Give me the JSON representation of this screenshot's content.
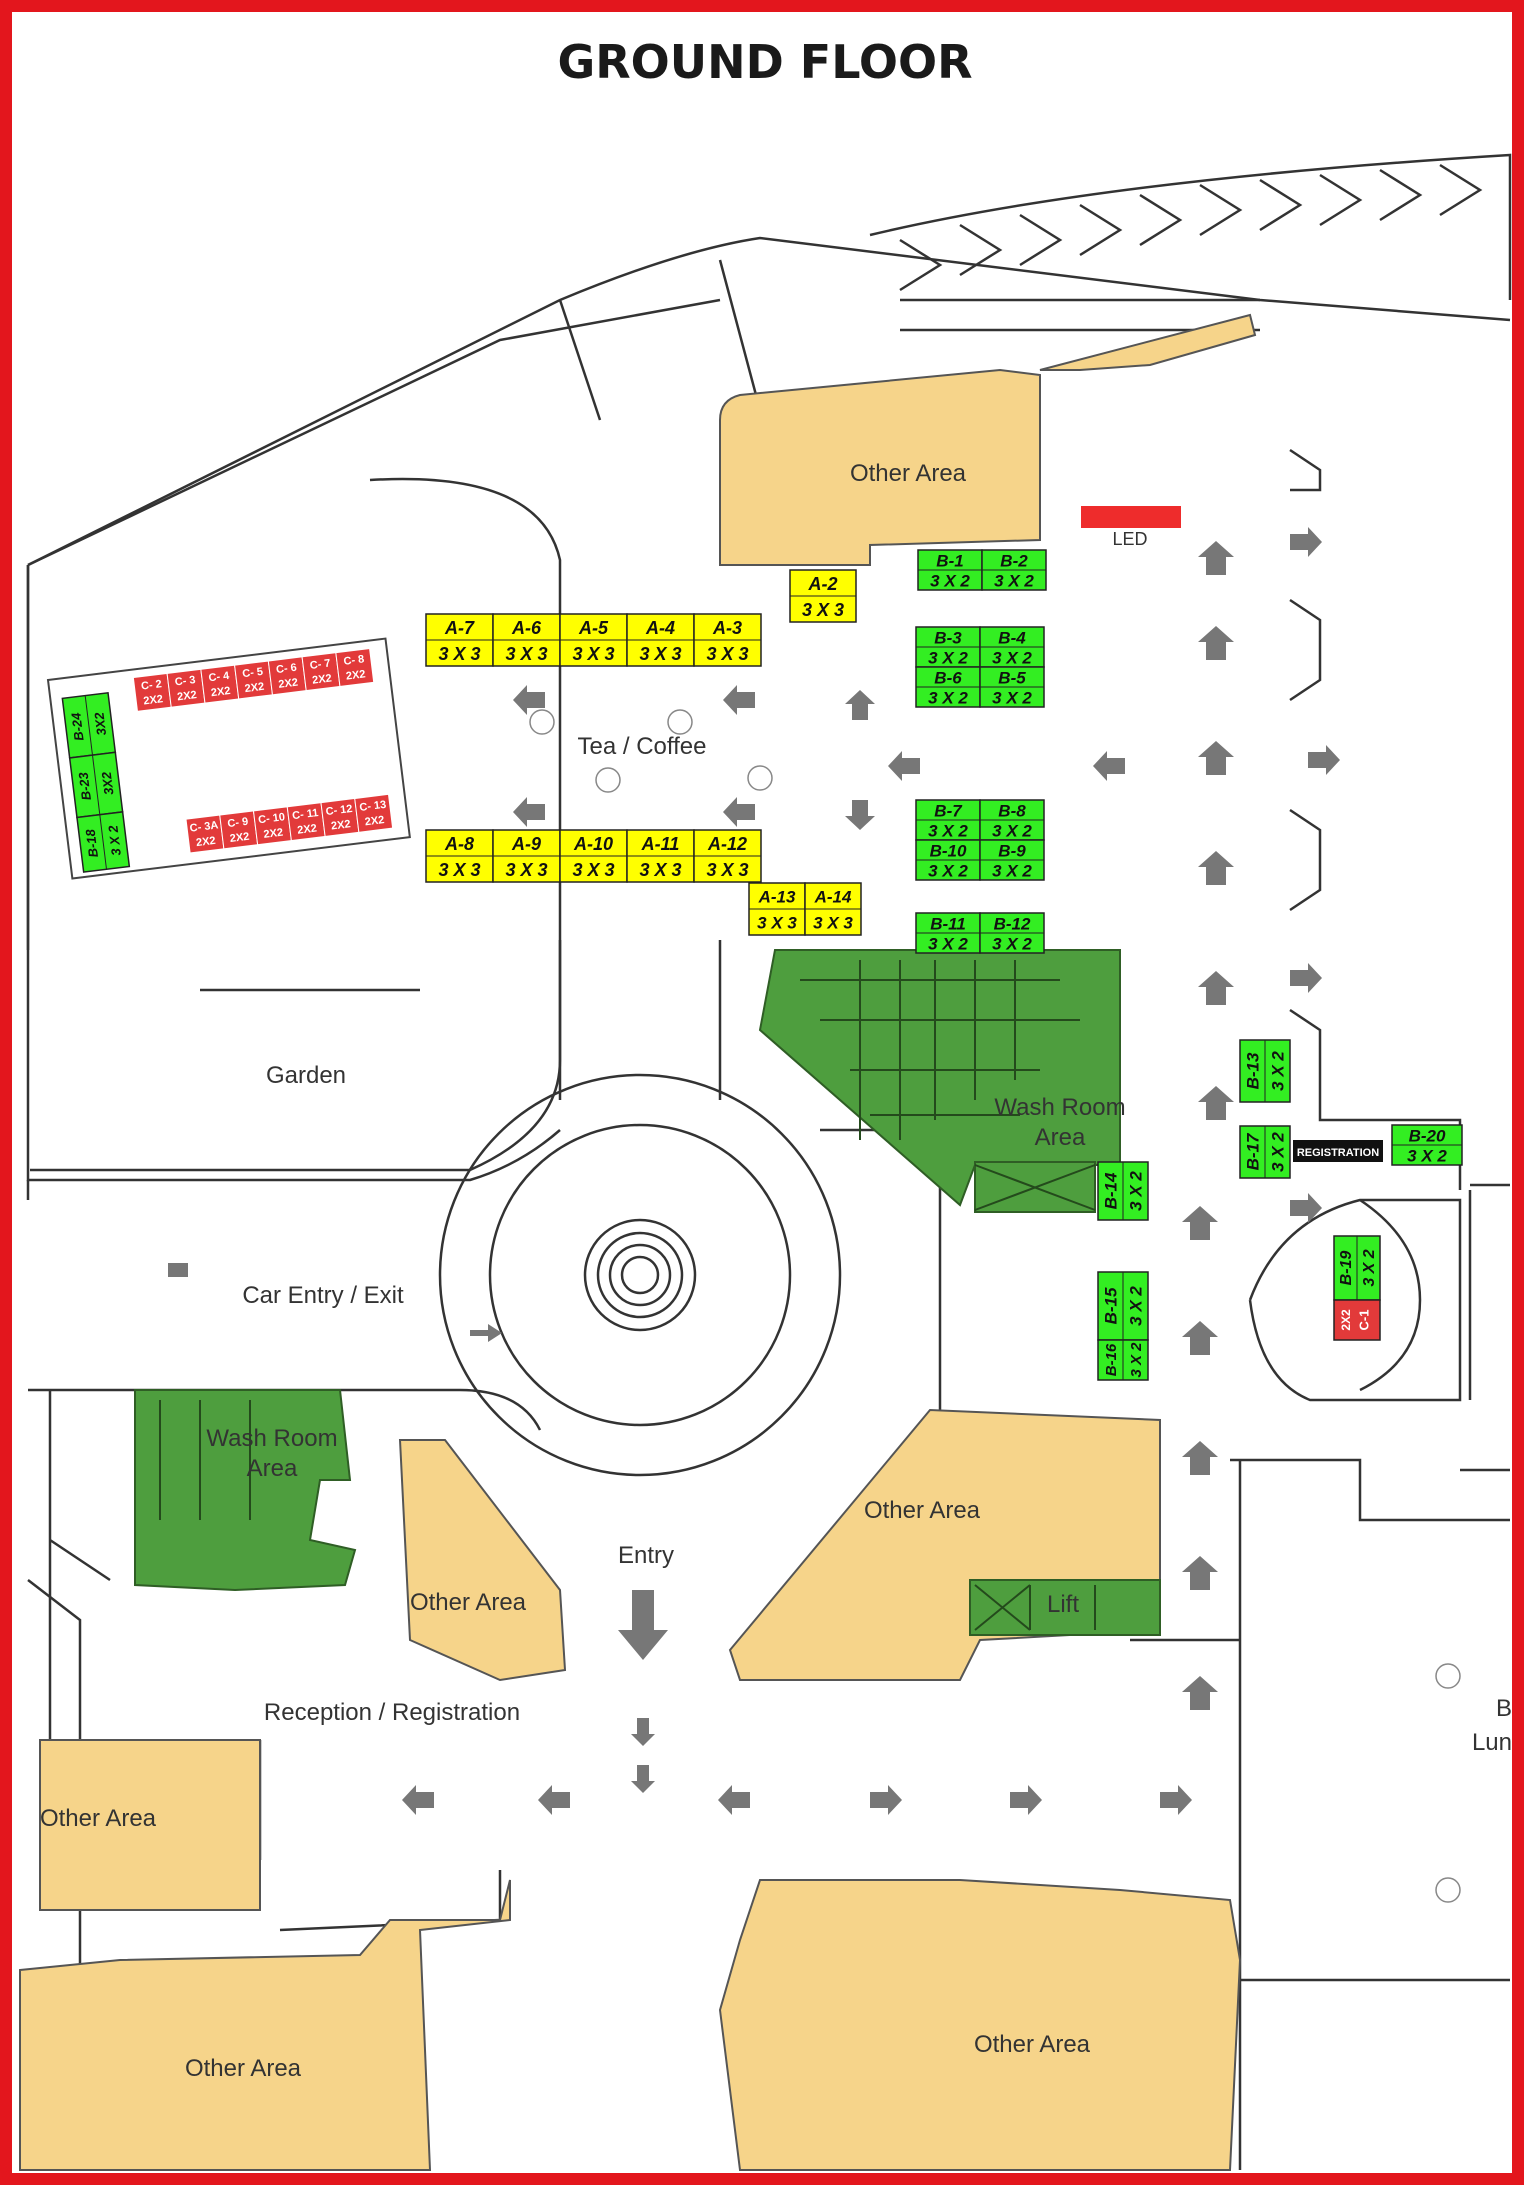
{
  "title": "GROUND FLOOR",
  "colors": {
    "frame": "#e3161d",
    "other_area": "#f6d48a",
    "wash_room": "#4e9e3e",
    "booth_a": "#ffff00",
    "booth_b": "#33ee22",
    "booth_c": "#e23a3a",
    "led": "#ee2c2c",
    "arrow": "#777777"
  },
  "areas": {
    "other_area": "Other Area",
    "wash_room": "Wash Room",
    "wash_room_2": "Area",
    "garden": "Garden",
    "tea": "Tea / Coffee",
    "car": "Car Entry / Exit",
    "entry": "Entry",
    "reception": "Reception / Registration",
    "lift": "Lift",
    "led": "LED",
    "registration": "REGISTRATION",
    "lunch_1": "B",
    "lunch_2": "Lun"
  },
  "booths_a": [
    {
      "id": "A-2",
      "size": "3 X 3"
    },
    {
      "id": "A-7",
      "size": "3 X 3"
    },
    {
      "id": "A-6",
      "size": "3 X 3"
    },
    {
      "id": "A-5",
      "size": "3 X 3"
    },
    {
      "id": "A-4",
      "size": "3 X 3"
    },
    {
      "id": "A-3",
      "size": "3 X 3"
    },
    {
      "id": "A-8",
      "size": "3 X 3"
    },
    {
      "id": "A-9",
      "size": "3 X 3"
    },
    {
      "id": "A-10",
      "size": "3 X 3"
    },
    {
      "id": "A-11",
      "size": "3 X 3"
    },
    {
      "id": "A-12",
      "size": "3 X 3"
    },
    {
      "id": "A-13",
      "size": "3 X 3"
    },
    {
      "id": "A-14",
      "size": "3 X 3"
    }
  ],
  "booths_b": [
    {
      "id": "B-1",
      "size": "3 X 2"
    },
    {
      "id": "B-2",
      "size": "3 X 2"
    },
    {
      "id": "B-3",
      "size": "3 X 2"
    },
    {
      "id": "B-4",
      "size": "3 X 2"
    },
    {
      "id": "B-6",
      "size": "3 X 2"
    },
    {
      "id": "B-5",
      "size": "3 X 2"
    },
    {
      "id": "B-7",
      "size": "3 X 2"
    },
    {
      "id": "B-8",
      "size": "3 X 2"
    },
    {
      "id": "B-10",
      "size": "3 X 2"
    },
    {
      "id": "B-9",
      "size": "3 X 2"
    },
    {
      "id": "B-11",
      "size": "3 X 2"
    },
    {
      "id": "B-12",
      "size": "3 X 2"
    },
    {
      "id": "B-13",
      "size": "3 X 2"
    },
    {
      "id": "B-17",
      "size": "3 X 2"
    },
    {
      "id": "B-20",
      "size": "3 X 2"
    },
    {
      "id": "B-14",
      "size": "3 X 2"
    },
    {
      "id": "B-15",
      "size": "3 X 2"
    },
    {
      "id": "B-16",
      "size": "3 X 2"
    },
    {
      "id": "B-19",
      "size": "3 X 2"
    },
    {
      "id": "B-24",
      "size": "3X2"
    },
    {
      "id": "B-23",
      "size": "3X2"
    },
    {
      "id": "B-18",
      "size": "3 X 2"
    }
  ],
  "booths_c_top": [
    {
      "id": "C- 2",
      "size": "2X2"
    },
    {
      "id": "C- 3",
      "size": "2X2"
    },
    {
      "id": "C- 4",
      "size": "2X2"
    },
    {
      "id": "C- 5",
      "size": "2X2"
    },
    {
      "id": "C- 6",
      "size": "2X2"
    },
    {
      "id": "C- 7",
      "size": "2X2"
    },
    {
      "id": "C- 8",
      "size": "2X2"
    }
  ],
  "booths_c_bottom": [
    {
      "id": "C- 3A",
      "size": "2X2"
    },
    {
      "id": "C- 9",
      "size": "2X2"
    },
    {
      "id": "C- 10",
      "size": "2X2"
    },
    {
      "id": "C- 11",
      "size": "2X2"
    },
    {
      "id": "C- 12",
      "size": "2X2"
    },
    {
      "id": "C- 13",
      "size": "2X2"
    }
  ],
  "booth_c1": {
    "id": "C-1",
    "size": "2X2"
  }
}
